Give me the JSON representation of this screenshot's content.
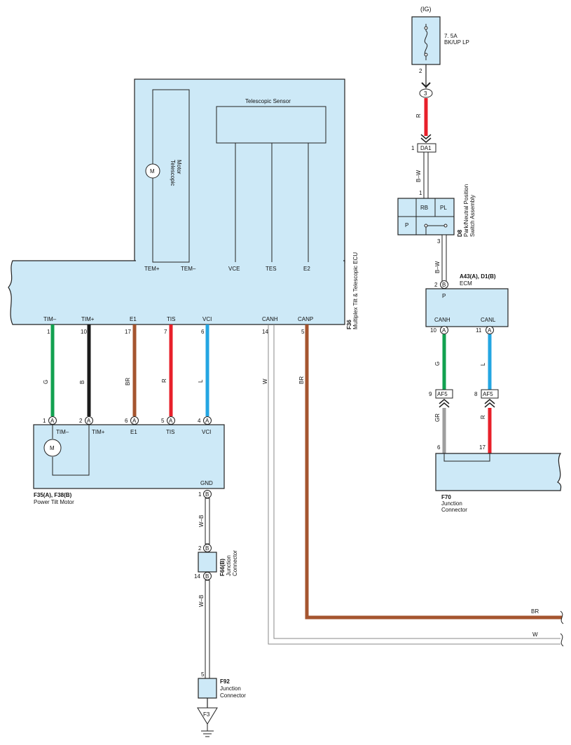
{
  "colors": {
    "component_fill": "#cde9f7",
    "wire_green": "#12a150",
    "wire_black": "#1a1a1a",
    "wire_brown": "#a5552f",
    "wire_red": "#e8202a",
    "wire_blue": "#24a6e2",
    "wire_gray": "#9e9e9e",
    "wire_white": "#ffffff"
  },
  "fuse": {
    "source": "(IG)",
    "rating": "7. 5A",
    "name": "BK/UP LP",
    "pin_out": "2"
  },
  "junction_3": {
    "label": "3",
    "wire_color": "R"
  },
  "connector_da1": {
    "pin": "1",
    "label": "DA1",
    "wire_color": "B–W"
  },
  "pnp_switch": {
    "id": "D8",
    "name_line1": "Park/Neutral Position",
    "name_line2": "Switch Assembly",
    "pin_in": "1",
    "pin_out": "3",
    "term_rb": "RB",
    "term_pl": "PL",
    "term_p": "P",
    "out_wire_color": "B–W"
  },
  "ecm": {
    "id": "A43(A), D1(B)",
    "name": "ECM",
    "p_pin_num": "2",
    "p_pin_letter": "B",
    "p_label": "P",
    "canh_label": "CANH",
    "canl_label": "CANL",
    "canh_pin_num": "10",
    "canl_pin_num": "11",
    "pin_letter": "A",
    "canh_wire": "G",
    "canl_wire": "L"
  },
  "af5": {
    "label": "AF5",
    "left_pin": "9",
    "right_pin": "8",
    "left_wire": "GR",
    "right_wire": "R"
  },
  "f70": {
    "id": "F70",
    "name_line1": "Junction",
    "name_line2": "Connector",
    "pin_a": "6",
    "pin_b": "17"
  },
  "telescopic_ecu": {
    "id": "F36",
    "name": "Multiplex Tilt & Telescopic ECU",
    "sensor_label": "Telescopic Sensor",
    "motor_label_1": "Telescopic",
    "motor_label_2": "Motor",
    "motor_symbol": "M",
    "top_terminals": [
      "TEM+",
      "TEM–",
      "VCE",
      "TES",
      "E2"
    ],
    "bottom_terminals": [
      "TIM–",
      "TIM+",
      "E1",
      "TIS",
      "VCI",
      "CANH",
      "CANP"
    ],
    "bottom_pins": [
      "1",
      "10",
      "17",
      "7",
      "6",
      "14",
      "5"
    ],
    "wire_colors": [
      "G",
      "B",
      "BR",
      "R",
      "L",
      "W",
      "BR"
    ]
  },
  "tilt_motor": {
    "id": "F35(A), F38(B)",
    "name": "Power Tilt Motor",
    "pin_nums": [
      "1",
      "2",
      "6",
      "5",
      "4"
    ],
    "pin_letter": "A",
    "terminals": [
      "TIM–",
      "TIM+",
      "E1",
      "TIS",
      "VCI"
    ],
    "motor_symbol": "M",
    "gnd_label": "GND",
    "gnd_pin_num": "1",
    "gnd_pin_letter": "B",
    "gnd_wire": "W–B"
  },
  "f66": {
    "id": "F66(B)",
    "name_line1": "Junction",
    "name_line2": "Connector",
    "pin_in": "2",
    "pin_out": "14",
    "pin_letter": "B",
    "out_wire": "W–B"
  },
  "f92": {
    "id": "F92",
    "name_line1": "Junction",
    "name_line2": "Connector",
    "pin": "5"
  },
  "ground": {
    "label": "F3"
  },
  "bus_wires": {
    "br_label": "BR",
    "w_label": "W"
  }
}
